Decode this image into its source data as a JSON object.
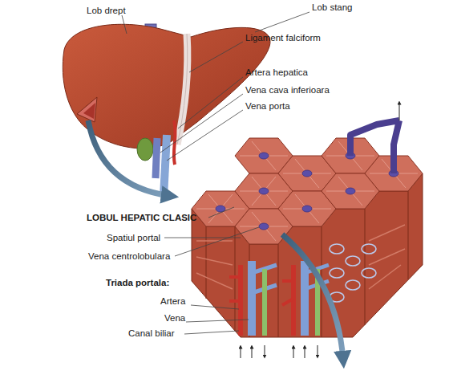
{
  "diagram": {
    "labels": [
      "Lob drept",
      "Lob stang",
      "Ligament falciform",
      "Artera hepatica",
      "Vena cava inferioara",
      "Vena porta",
      "LOBUL HEPATIC CLASIC",
      "Spatiul portal",
      "Vena centrolobulara",
      "Triada portala:",
      "Artera",
      "Vena",
      "Canal biliar"
    ]
  }
}
